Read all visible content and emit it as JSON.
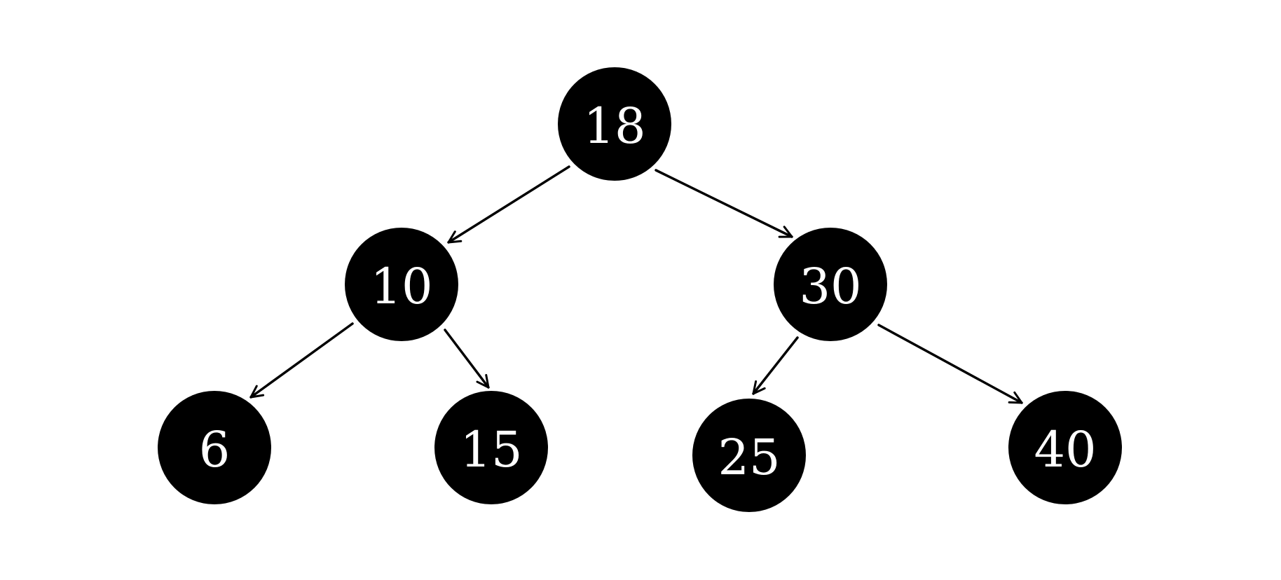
{
  "colors": {
    "node_fill": "#000000",
    "label_color": "#ffffff",
    "edge_color": "#000000",
    "background": "#ffffff"
  },
  "tree": {
    "nodes": [
      {
        "id": "n18",
        "label": "18"
      },
      {
        "id": "n10",
        "label": "10"
      },
      {
        "id": "n30",
        "label": "30"
      },
      {
        "id": "n6",
        "label": "6"
      },
      {
        "id": "n15",
        "label": "15"
      },
      {
        "id": "n25",
        "label": "25"
      },
      {
        "id": "n40",
        "label": "40"
      }
    ],
    "edges": [
      {
        "from": "n18",
        "to": "n10"
      },
      {
        "from": "n18",
        "to": "n30"
      },
      {
        "from": "n10",
        "to": "n6"
      },
      {
        "from": "n10",
        "to": "n15"
      },
      {
        "from": "n30",
        "to": "n25"
      },
      {
        "from": "n30",
        "to": "n40"
      }
    ]
  }
}
